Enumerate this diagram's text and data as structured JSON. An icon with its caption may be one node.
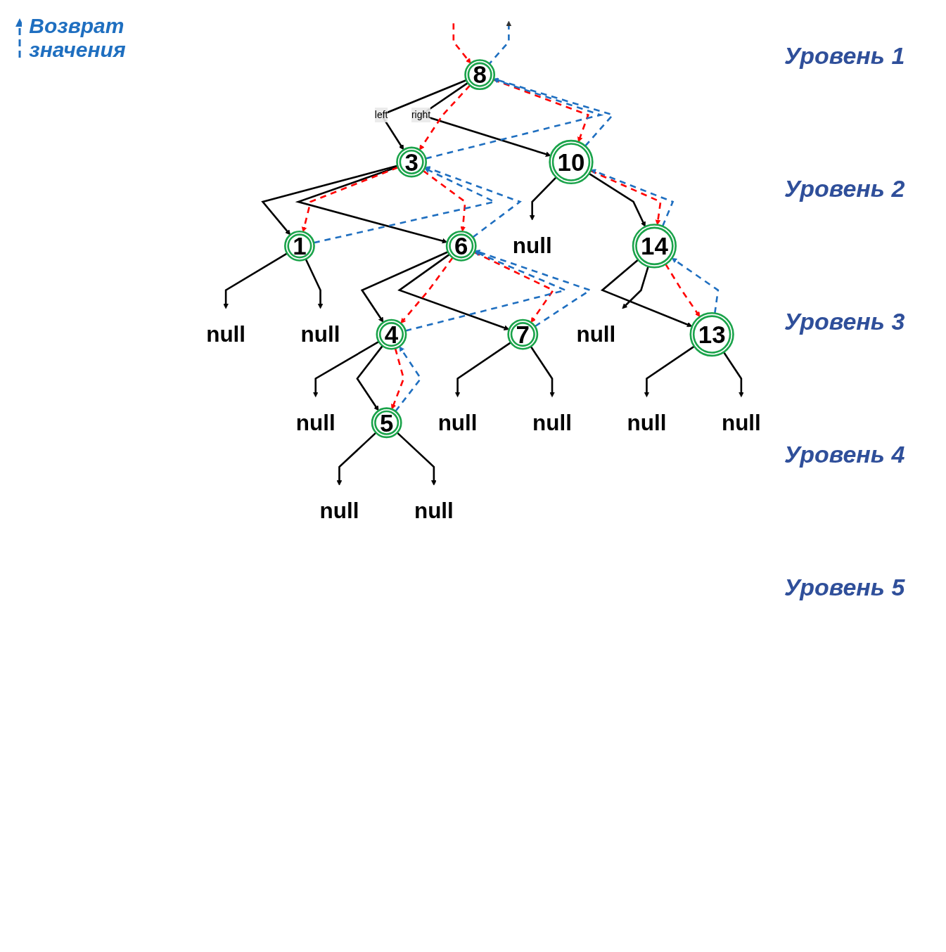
{
  "diagram": {
    "nodes": [
      {
        "text": [
          "8"
        ]
      },
      {
        "text": [
          "3"
        ]
      },
      {
        "text": [
          "10"
        ]
      },
      {
        "text": [
          "1"
        ]
      },
      {
        "text": [
          "6"
        ]
      },
      {
        "text": [
          "null"
        ]
      },
      {
        "text": [
          "14"
        ]
      },
      {
        "text": [
          "null"
        ]
      },
      {
        "text": [
          "null"
        ]
      },
      {
        "text": [
          "null"
        ]
      },
      {
        "text": [
          "4"
        ]
      },
      {
        "text": [
          "7"
        ]
      },
      {
        "text": [
          "13"
        ]
      },
      {
        "text": [
          "null"
        ]
      },
      {
        "text": [
          "null"
        ]
      },
      {
        "text": [
          "null"
        ]
      },
      {
        "text": [
          "null"
        ]
      },
      {
        "text": [
          "null"
        ]
      },
      {
        "text": [
          "5"
        ]
      },
      {
        "text": [
          "null"
        ]
      },
      {
        "text": [
          "null"
        ]
      }
    ],
    "edges": [
      {
        "from": 0,
        "to": 1,
        "arrow": "to",
        "label": "left"
      },
      {
        "from": 0,
        "to": 2,
        "arrow": "to",
        "label": "right"
      },
      {
        "from": 1,
        "to": 3,
        "arrow": "to"
      },
      {
        "from": 1,
        "to": 4,
        "arrow": "to"
      },
      {
        "from": 2,
        "to": 5,
        "arrow": "to"
      },
      {
        "from": 2,
        "to": 6,
        "arrow": "to"
      },
      {
        "from": 3,
        "to": 7,
        "arrow": "to"
      },
      {
        "from": 3,
        "to": 8,
        "arrow": "to"
      },
      {
        "from": 4,
        "to": 10,
        "arrow": "to"
      },
      {
        "from": 4,
        "to": 11,
        "arrow": "to"
      },
      {
        "from": 6,
        "to": 12,
        "arrow": "to"
      },
      {
        "from": 6,
        "to": 9,
        "arrow": "to"
      },
      {
        "from": 10,
        "to": 15,
        "arrow": "to"
      },
      {
        "from": 10,
        "to": 18,
        "arrow": "to"
      },
      {
        "from": 11,
        "to": 13,
        "arrow": "to"
      },
      {
        "from": 11,
        "to": 14,
        "arrow": "to"
      },
      {
        "from": 12,
        "to": 16,
        "arrow": "to"
      },
      {
        "from": 12,
        "to": 17,
        "arrow": "to"
      },
      {
        "from": 18,
        "to": 19,
        "arrow": "to"
      },
      {
        "from": 18,
        "to": 20,
        "arrow": "to"
      },
      {
        "from": null,
        "to": 0,
        "arrow": "to",
        "style": "dashed",
        "color": "#ff0000"
      },
      {
        "from": 0,
        "to": 1,
        "arrow": "to",
        "style": "dashed",
        "color": "#ff0000"
      },
      {
        "from": 0,
        "to": 2,
        "arrow": "to",
        "style": "dashed",
        "color": "#ff0000"
      },
      {
        "from": 1,
        "to": 3,
        "arrow": "to",
        "style": "dashed",
        "color": "#ff0000"
      },
      {
        "from": 1,
        "to": 4,
        "arrow": "to",
        "style": "dashed",
        "color": "#ff0000"
      },
      {
        "from": 2,
        "to": 6,
        "arrow": "to",
        "style": "dashed",
        "color": "#ff0000"
      },
      {
        "from": 4,
        "to": 10,
        "arrow": "to",
        "style": "dashed",
        "color": "#ff0000"
      },
      {
        "from": 4,
        "to": 11,
        "arrow": "to",
        "style": "dashed",
        "color": "#ff0000"
      },
      {
        "from": 6,
        "to": 12,
        "arrow": "to",
        "style": "dashed",
        "color": "#ff0000"
      },
      {
        "from": 10,
        "to": 18,
        "arrow": "to",
        "style": "dashed",
        "color": "#ff0000"
      },
      {
        "from": 0,
        "to": null,
        "arrow": "to",
        "style": "dashed",
        "color": "#1f6fc0"
      },
      {
        "from": 1,
        "to": 0,
        "arrow": "to",
        "style": "dashed",
        "color": "#1f6fc0"
      },
      {
        "from": 2,
        "to": 0,
        "arrow": "to",
        "style": "dashed",
        "color": "#1f6fc0"
      },
      {
        "from": 3,
        "to": 1,
        "arrow": "to",
        "style": "dashed",
        "color": "#1f6fc0"
      },
      {
        "from": 4,
        "to": 1,
        "arrow": "to",
        "style": "dashed",
        "color": "#1f6fc0"
      },
      {
        "from": 6,
        "to": 2,
        "arrow": "to",
        "style": "dashed",
        "color": "#1f6fc0"
      },
      {
        "from": 10,
        "to": 4,
        "arrow": "to",
        "style": "dashed",
        "color": "#1f6fc0"
      },
      {
        "from": 11,
        "to": 4,
        "arrow": "to",
        "style": "dashed",
        "color": "#1f6fc0"
      },
      {
        "from": 12,
        "to": 6,
        "arrow": "to",
        "style": "dashed",
        "color": "#1f6fc0"
      },
      {
        "from": 18,
        "to": 10,
        "arrow": "to",
        "style": "dashed",
        "color": "#1f6fc0"
      }
    ],
    "labels": [
      "Уровень 1",
      "Уровень 2",
      "Уровень 3",
      "Уровень 4",
      "Уровень 5"
    ],
    "legend": [
      {
        "text": "Возврат значения"
      }
    ]
  }
}
